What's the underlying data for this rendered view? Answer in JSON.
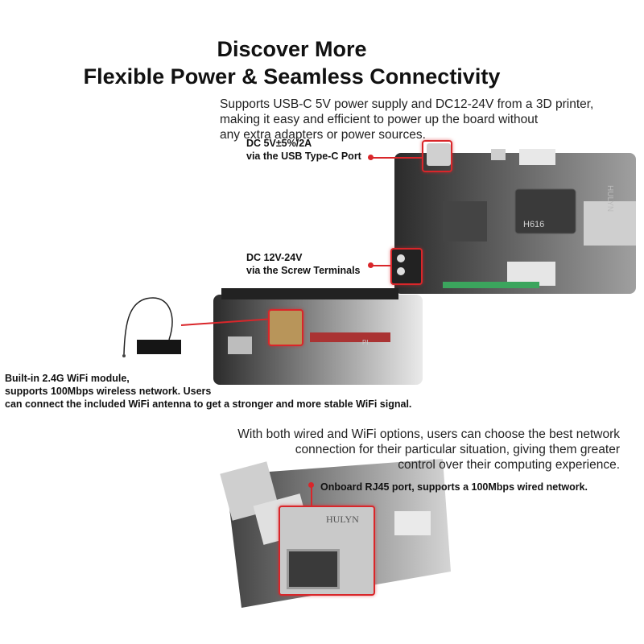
{
  "header": {
    "title_line1": "Discover More",
    "title_line2": "Flexible Power & Seamless Connectivity"
  },
  "intro": {
    "line1": "Supports USB-C 5V power supply and DC12-24V from a 3D printer,",
    "line2": "making it easy and efficient to power up the board without",
    "line3": "any extra adapters or power sources."
  },
  "callouts": {
    "usbc": {
      "line1": "DC 5V±5%/2A",
      "line2": "via the USB Type-C Port"
    },
    "screw": {
      "line1": "DC 12V-24V",
      "line2": "via the Screw Terminals"
    },
    "wifi": {
      "line1": "Built-in 2.4G WiFi module,",
      "line2": "supports 100Mbps wireless network. Users",
      "line3": "can connect the included WiFi antenna to get a stronger and more stable WiFi signal."
    },
    "rj45": {
      "line1": "Onboard RJ45 port, supports a 100Mbps wired network."
    }
  },
  "network_text": {
    "line1": "With both wired and WiFi options, users can choose the best network",
    "line2": "connection for their particular situation, giving them greater",
    "line3": "control over their computing experience."
  },
  "board_text": {
    "chip": "H616",
    "brand": "HULYN",
    "pi": "PI",
    "rj45_brand": "HULYN"
  },
  "colors": {
    "accent": "#d9262a",
    "board": "#2b2b2b",
    "text": "#1a1a1a"
  }
}
